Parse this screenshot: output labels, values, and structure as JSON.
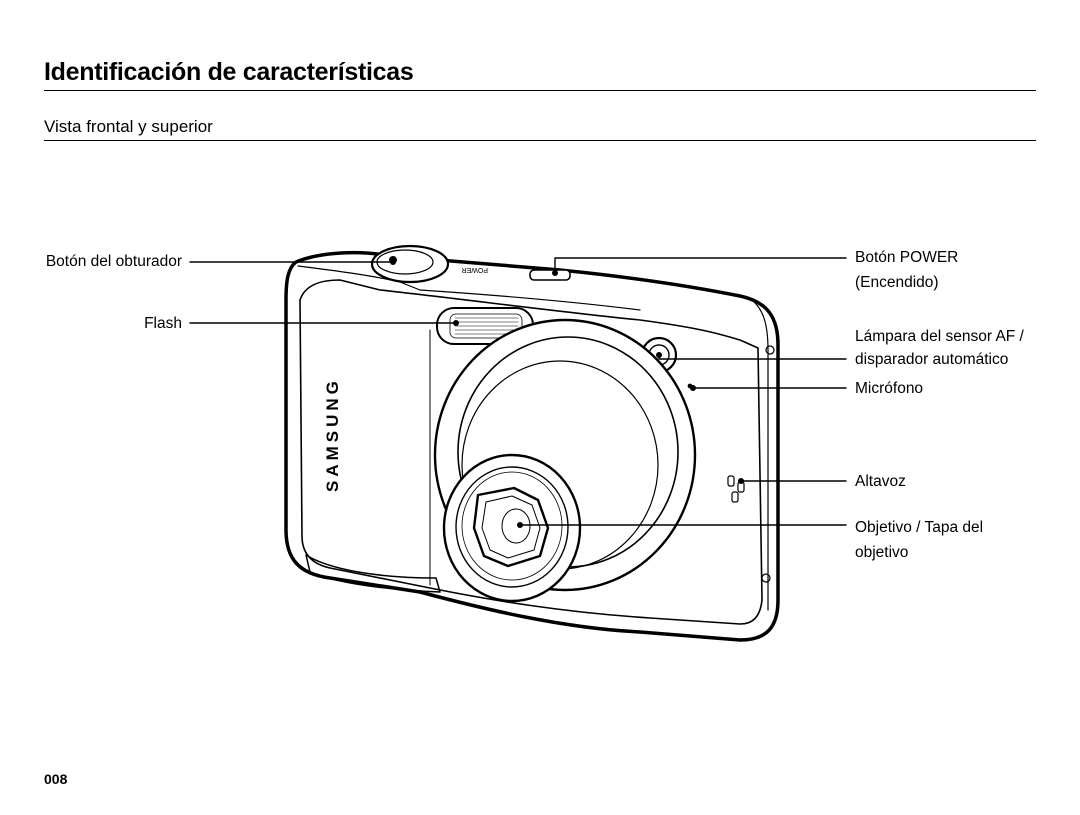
{
  "page": {
    "title": "Identificación de características",
    "section_title": "Vista frontal y superior",
    "page_number": "008"
  },
  "camera": {
    "brand_text": "SAMSUNG",
    "power_text": "POWER"
  },
  "labels": {
    "shutter": "Botón del obturador",
    "flash": "Flash",
    "power_line1": "Botón POWER",
    "power_line2": "(Encendido)",
    "af_lamp_line1": "Lámpara del sensor AF /",
    "af_lamp_line2": "disparador automático",
    "microphone": "Micrófono",
    "speaker": "Altavoz",
    "lens_line1": "Objetivo / Tapa del",
    "lens_line2": "objetivo"
  }
}
